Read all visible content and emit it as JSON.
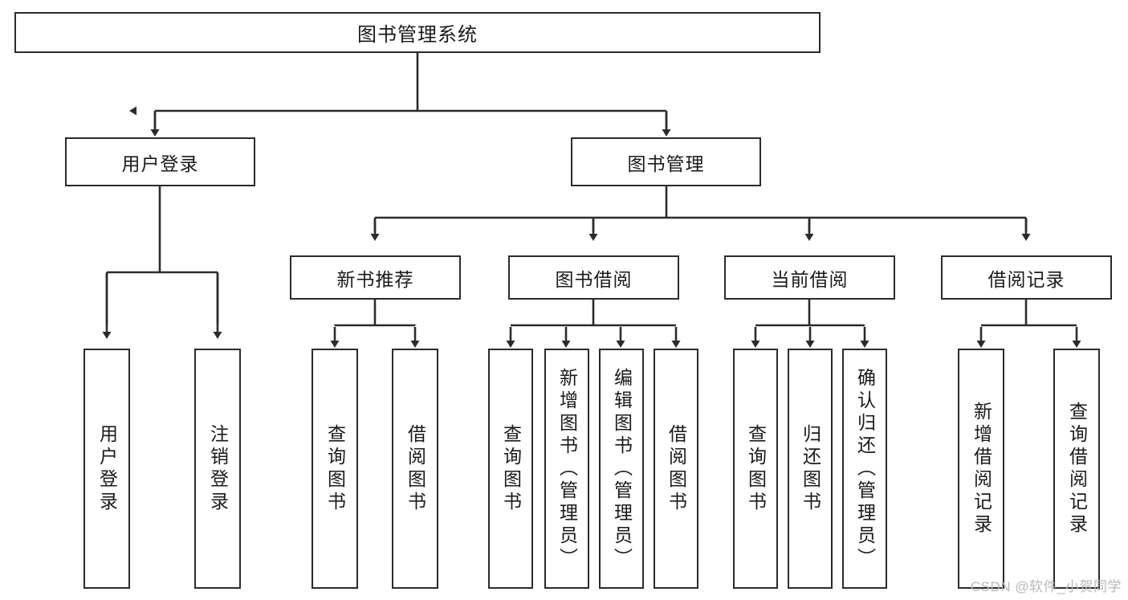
{
  "diagram": {
    "title": "图书管理系统",
    "type": "tree-hierarchy",
    "watermark": "CSDN @软件_小贺同学",
    "colors": {
      "box_border": "#2b2b2b",
      "box_fill": "#ffffff",
      "connector": "#2b2b2b",
      "text": "#1a1a1a",
      "watermark": "#b9b9b9"
    },
    "root": {
      "id": "root",
      "label": "图书管理系统"
    },
    "level2": [
      {
        "id": "login",
        "label": "用户登录"
      },
      {
        "id": "bookmgmt",
        "label": "图书管理"
      }
    ],
    "level3": [
      {
        "id": "newbook",
        "label": "新书推荐",
        "parent": "bookmgmt"
      },
      {
        "id": "borrow",
        "label": "图书借阅",
        "parent": "bookmgmt"
      },
      {
        "id": "current",
        "label": "当前借阅",
        "parent": "bookmgmt"
      },
      {
        "id": "record",
        "label": "借阅记录",
        "parent": "bookmgmt"
      }
    ],
    "leaves": [
      {
        "id": "leaf-1",
        "label": "用户登录",
        "parent": "login"
      },
      {
        "id": "leaf-2",
        "label": "注销登录",
        "parent": "login"
      },
      {
        "id": "leaf-3",
        "label": "查询图书",
        "parent": "newbook"
      },
      {
        "id": "leaf-4",
        "label": "借阅图书",
        "parent": "newbook"
      },
      {
        "id": "leaf-5",
        "label": "查询图书",
        "parent": "borrow"
      },
      {
        "id": "leaf-6",
        "label": "新增图书（管理员）",
        "parent": "borrow"
      },
      {
        "id": "leaf-7",
        "label": "编辑图书（管理员）",
        "parent": "borrow"
      },
      {
        "id": "leaf-8",
        "label": "借阅图书",
        "parent": "borrow"
      },
      {
        "id": "leaf-9",
        "label": "查询图书",
        "parent": "current"
      },
      {
        "id": "leaf-10",
        "label": "归还图书",
        "parent": "current"
      },
      {
        "id": "leaf-11",
        "label": "确认归还（管理员）",
        "parent": "current"
      },
      {
        "id": "leaf-12",
        "label": "新增借阅记录",
        "parent": "record"
      },
      {
        "id": "leaf-13",
        "label": "查询借阅记录",
        "parent": "record"
      }
    ]
  }
}
